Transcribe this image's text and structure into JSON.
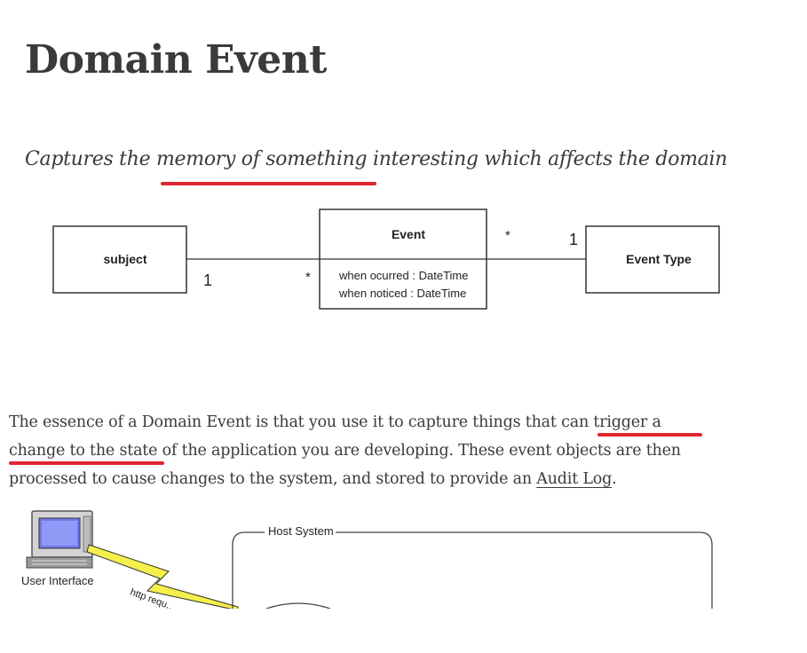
{
  "page": {
    "title": "Domain Event",
    "subtitle": "Captures the memory of something interesting which affects the domain"
  },
  "uml": {
    "subject_label": "subject",
    "event_label": "Event",
    "event_attr_1": "when ocurred : DateTime",
    "event_attr_2": "when noticed : DateTime",
    "event_type_label": "Event Type",
    "mult_subject_one": "1",
    "mult_subject_many": "*",
    "mult_type_many": "*",
    "mult_type_one": "1"
  },
  "body": {
    "para_part_1": "The essence of a Domain Event is that you use it to capture things that ",
    "para_highlight": "can trigger a change to the state",
    "para_part_2": " of the application you are developing. These event objects are then processed to cause changes to the system, and stored to provide an ",
    "audit_log_link": "Audit Log",
    "para_end": "."
  },
  "architecture": {
    "user_interface_label": "User Interface",
    "host_system_label": "Host System",
    "http_label": "http requ..."
  },
  "colors": {
    "highlight_underline": "#e0242f",
    "text": "#3a3a3a"
  }
}
